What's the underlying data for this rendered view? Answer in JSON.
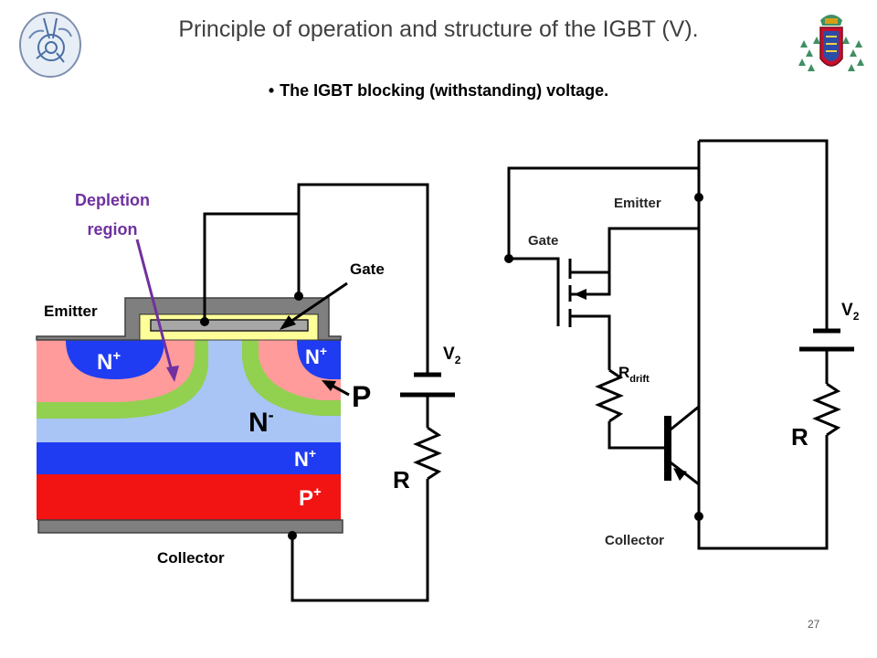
{
  "header": {
    "title": "Principle of operation and structure of the IGBT (V).",
    "bullet": "The IGBT blocking (withstanding) voltage."
  },
  "logos": {
    "left": "university-seal-logo",
    "right": "coat-of-arms-logo"
  },
  "structure": {
    "depletion_label_line1": "Depletion",
    "depletion_label_line2": "region",
    "emitter_label": "Emitter",
    "gate_label": "Gate",
    "collector_label": "Collector",
    "n_plus_left": "N",
    "n_plus_right": "N",
    "n_minus": "N",
    "n_plus_buffer": "N",
    "p_plus": "P",
    "p_body": "P",
    "plus_sign": "+",
    "minus_sign": "-",
    "v2_main": "V",
    "v2_sub": "2",
    "resistor_label": "R"
  },
  "circuit": {
    "emitter_label": "Emitter",
    "gate_label": "Gate",
    "collector_label": "Collector",
    "rdrift_main": "R",
    "rdrift_sub": "drift",
    "v2_main": "V",
    "v2_sub": "2",
    "resistor_label": "R"
  },
  "colors": {
    "p_body": "#ff9b9b",
    "depletion": "#92d050",
    "n_minus": "#a9c5f5",
    "n_plus": "#1f3cf2",
    "p_plus": "#f21313",
    "metal": "#7f7f7f",
    "gate_oxide": "#ffff99",
    "depletion_text": "#7030a0"
  },
  "page_number": "27"
}
